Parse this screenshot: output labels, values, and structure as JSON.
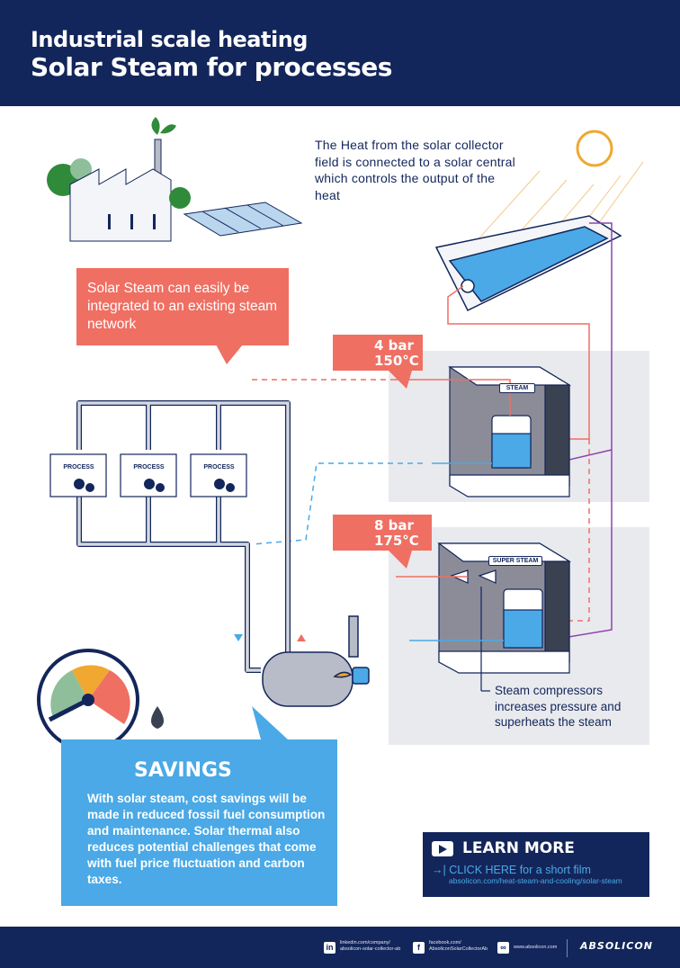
{
  "header": {
    "title_line1": "Industrial scale heating",
    "title_line2": "Solar Steam for processes"
  },
  "heat_text": "The Heat from the solar collector field is connected to a solar central which controls the output of the heat",
  "callout": "Solar Steam can easily be integrated to an existing steam network",
  "steam_low": {
    "pressure": "4 bar",
    "temperature": "150°C",
    "label": "STEAM"
  },
  "steam_high": {
    "pressure": "8 bar",
    "temperature": "175°C",
    "label": "SUPER STEAM"
  },
  "process_label": "PROCESS",
  "compressor_text": "Steam compressors increases pressure and superheats the steam",
  "savings": {
    "title": "SAVINGS",
    "text": "With solar steam, cost savings will be made in reduced fossil fuel consumption and maintenance. Solar thermal also reduces potential challenges that come with fuel price fluctuation and carbon taxes."
  },
  "learn_more": {
    "title": "LEARN MORE",
    "link": "→| CLICK HERE for a short film",
    "url": "absolicon.com/heat-steam-and-cooling/solar-steam"
  },
  "footer": {
    "linkedin": "linkedin.com/company/ absolicon-solar-collector-ab",
    "facebook": "facebook.com/ AbsoliconSolarCollectorAb",
    "website": "www.absolicon.com",
    "logo": "ABSOLICON"
  },
  "colors": {
    "navy": "#13265b",
    "coral": "#ef6f63",
    "blue": "#4aa9e6",
    "purple": "#8e44ad",
    "panel": "#e9eaee"
  }
}
